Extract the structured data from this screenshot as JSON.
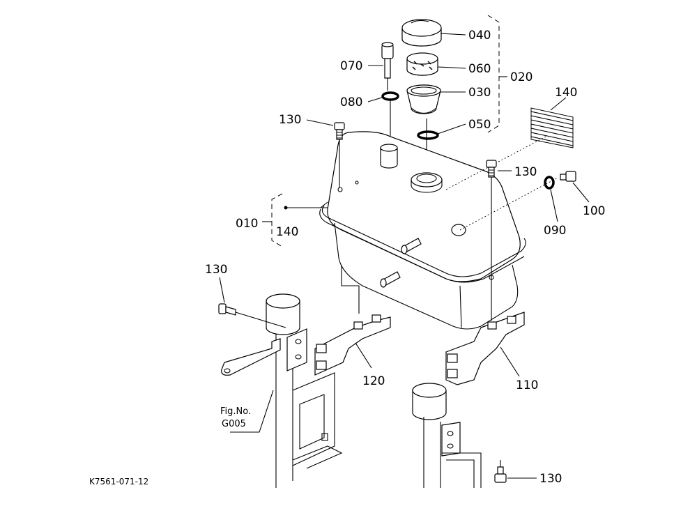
{
  "diagram": {
    "drawing_code": "K7561-071-12",
    "figure_ref": {
      "line1": "Fig.No.",
      "line2": "G005"
    },
    "callouts": {
      "c040": "040",
      "c070": "070",
      "c060": "060",
      "c020": "020",
      "c080": "080",
      "c030": "030",
      "c130_top": "130",
      "c050": "050",
      "c140_label": "140",
      "c130_right": "130",
      "c010": "010",
      "c140_group": "140",
      "c090": "090",
      "c100": "100",
      "c130_left": "130",
      "c120": "120",
      "c110": "110",
      "c130_bottom": "130"
    }
  }
}
